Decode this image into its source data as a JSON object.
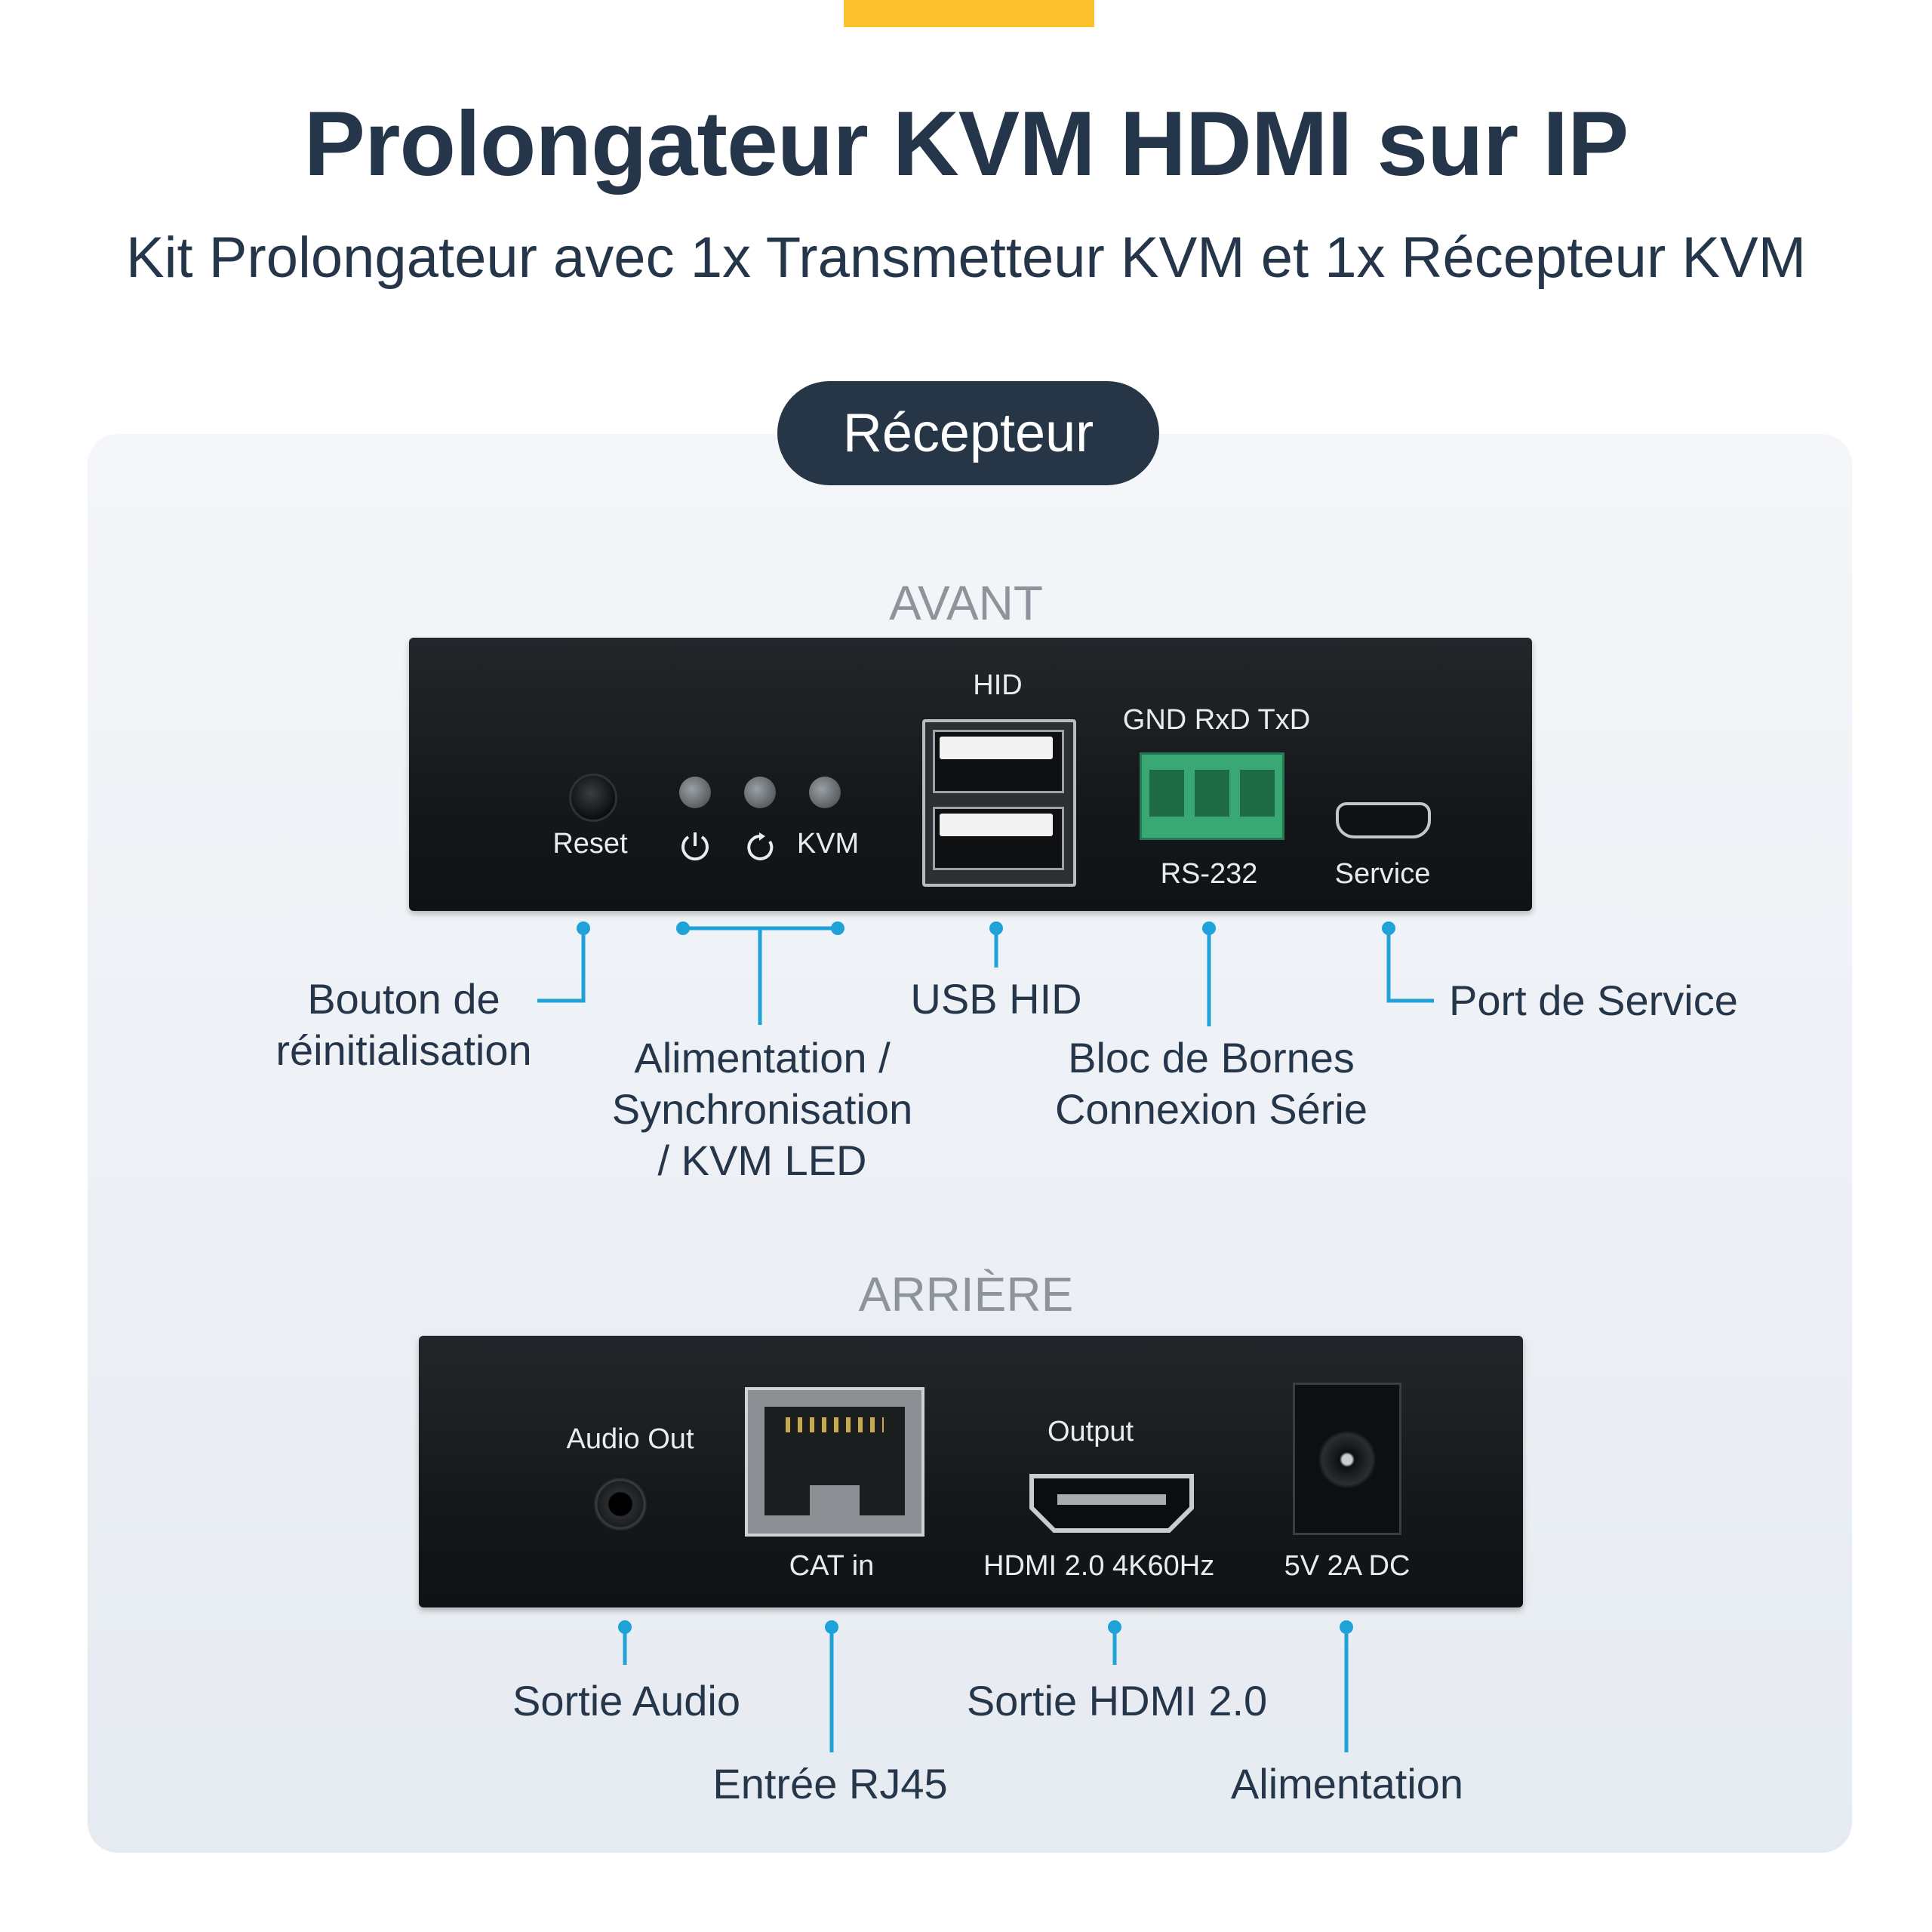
{
  "header": {
    "title": "Prolongateur KVM HDMI sur IP",
    "subtitle": "Kit Prolongateur avec 1x Transmetteur KVM et 1x Récepteur KVM"
  },
  "badge": "Récepteur",
  "front": {
    "section_label": "AVANT",
    "labels": {
      "reset": "Reset",
      "kvm": "KVM",
      "hid": "HID",
      "terminal_pins": "GND RxD TxD",
      "rs232": "RS-232",
      "service": "Service"
    },
    "callouts": {
      "reset_line1": "Bouton de",
      "reset_line2": "réinitialisation",
      "led_line1": "Alimentation /",
      "led_line2": "Synchronisation",
      "led_line3": "/ KVM LED",
      "usb": "USB HID",
      "serial_line1": "Bloc de Bornes",
      "serial_line2": "Connexion Série",
      "service": "Port de Service"
    }
  },
  "rear": {
    "section_label": "ARRIÈRE",
    "labels": {
      "audio": "Audio Out",
      "cat": "CAT in",
      "output": "Output",
      "hdmi": "HDMI 2.0 4K60Hz",
      "power": "5V 2A DC"
    },
    "callouts": {
      "audio": "Sortie Audio",
      "rj45": "Entrée RJ45",
      "hdmi": "Sortie HDMI 2.0",
      "power": "Alimentation"
    }
  },
  "colors": {
    "accent": "#fbc22d",
    "navy": "#263647",
    "callout_line": "#1ea2d8",
    "terminal": "#3aa874"
  }
}
